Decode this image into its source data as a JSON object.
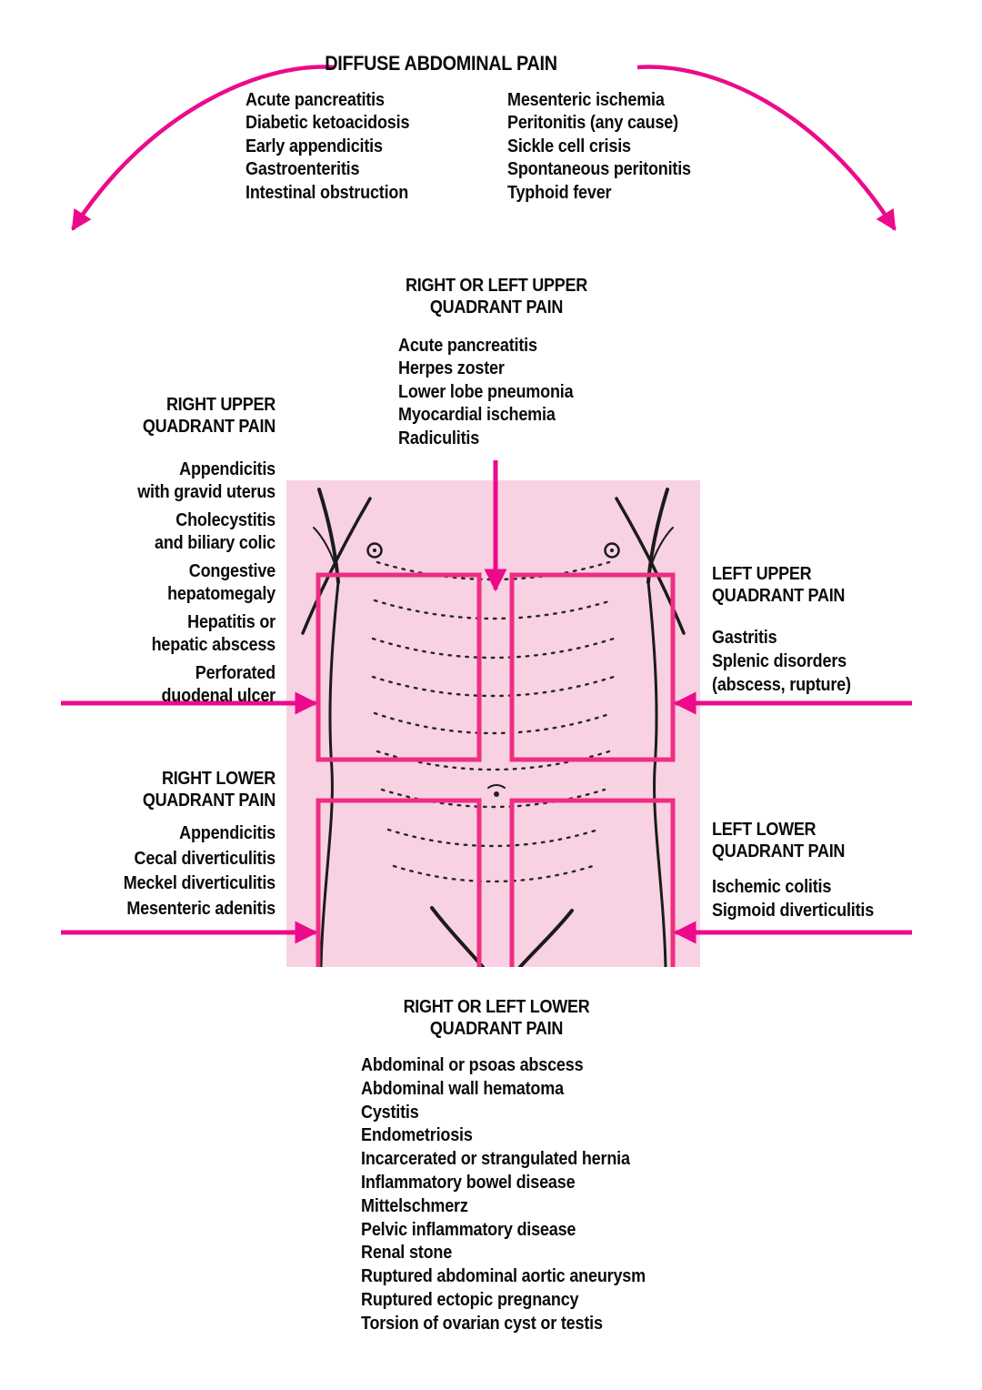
{
  "colors": {
    "accent": "#EC0A8C",
    "box_border": "#EE2D83",
    "torso_fill": "#F8D2E2",
    "text": "#0b0b0b"
  },
  "diffuse": {
    "title": "DIFFUSE ABDOMINAL PAIN",
    "column1": [
      "Acute pancreatitis",
      "Diabetic ketoacidosis",
      "Early appendicitis",
      "Gastroenteritis",
      "Intestinal obstruction"
    ],
    "column2": [
      "Mesenteric ischemia",
      "Peritonitis (any cause)",
      "Sickle cell crisis",
      "Spontaneous peritonitis",
      "Typhoid fever"
    ]
  },
  "upper_quadrants_either": {
    "title": "RIGHT OR LEFT UPPER\nQUADRANT PAIN",
    "items": [
      "Acute pancreatitis",
      "Herpes zoster",
      "Lower lobe pneumonia",
      "Myocardial ischemia",
      "Radiculitis"
    ]
  },
  "right_upper": {
    "title": "RIGHT UPPER\nQUADRANT PAIN",
    "items": [
      "Appendicitis\nwith gravid uterus",
      "Cholecystitis\nand biliary colic",
      "Congestive\nhepatomegaly",
      "Hepatitis or\nhepatic abscess",
      "Perforated\nduodenal ulcer"
    ]
  },
  "left_upper": {
    "title": "LEFT UPPER\nQUADRANT PAIN",
    "items": [
      "Gastritis",
      "Splenic disorders\n(abscess, rupture)"
    ]
  },
  "right_lower": {
    "title": "RIGHT LOWER\nQUADRANT PAIN",
    "items": [
      "Appendicitis",
      "Cecal diverticulitis",
      "Meckel diverticulitis",
      "Mesenteric adenitis"
    ]
  },
  "left_lower": {
    "title": "LEFT LOWER\nQUADRANT PAIN",
    "items": [
      "Ischemic colitis",
      "Sigmoid diverticulitis"
    ]
  },
  "lower_quadrants_either": {
    "title": "RIGHT OR LEFT LOWER\nQUADRANT PAIN",
    "items": [
      "Abdominal or psoas abscess",
      "Abdominal wall hematoma",
      "Cystitis",
      "Endometriosis",
      "Incarcerated or strangulated hernia",
      "Inflammatory bowel disease",
      "Mittelschmerz",
      "Pelvic inflammatory disease",
      "Renal stone",
      "Ruptured abdominal aortic aneurysm",
      "Ruptured ectopic pregnancy",
      "Torsion of ovarian cyst or testis"
    ]
  }
}
